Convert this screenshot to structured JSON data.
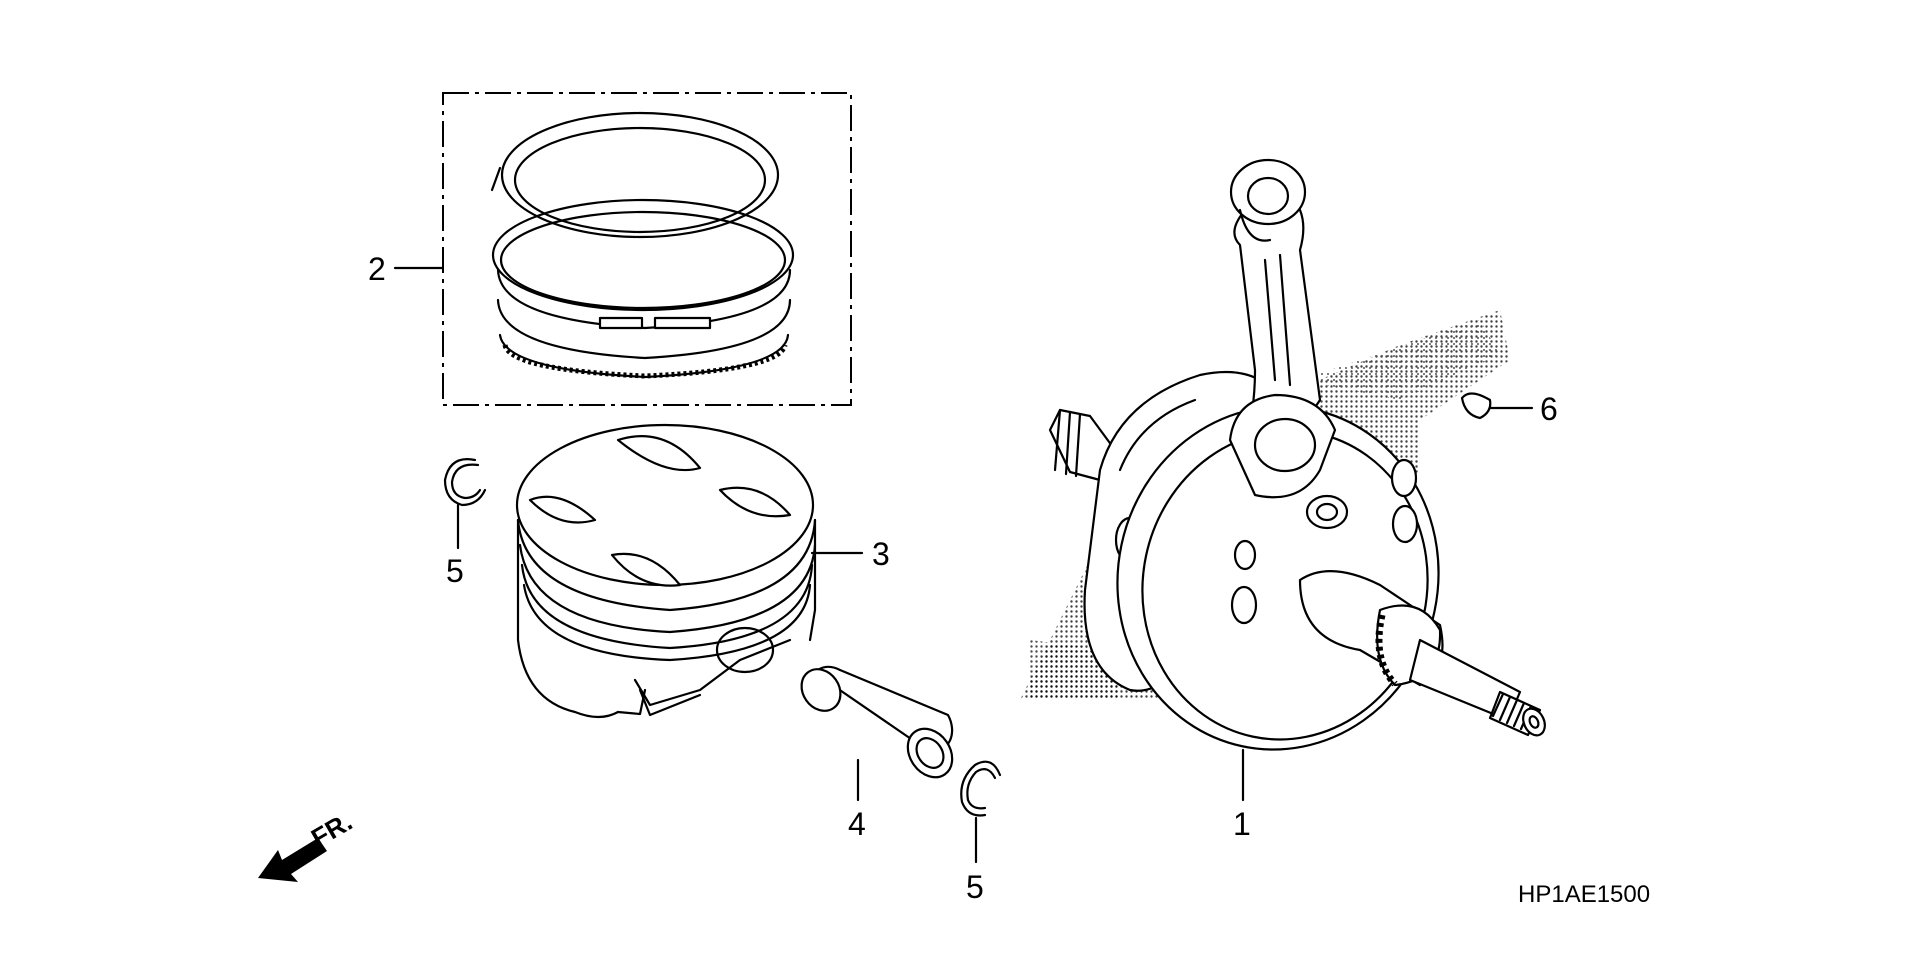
{
  "diagram": {
    "code": "HP1AE1500",
    "direction_label": "FR.",
    "callouts": {
      "crankshaft": "1",
      "piston_rings": "2",
      "piston": "3",
      "piston_pin": "4",
      "clip_left": "5",
      "clip_right": "5",
      "woodruff_key": "6"
    }
  }
}
